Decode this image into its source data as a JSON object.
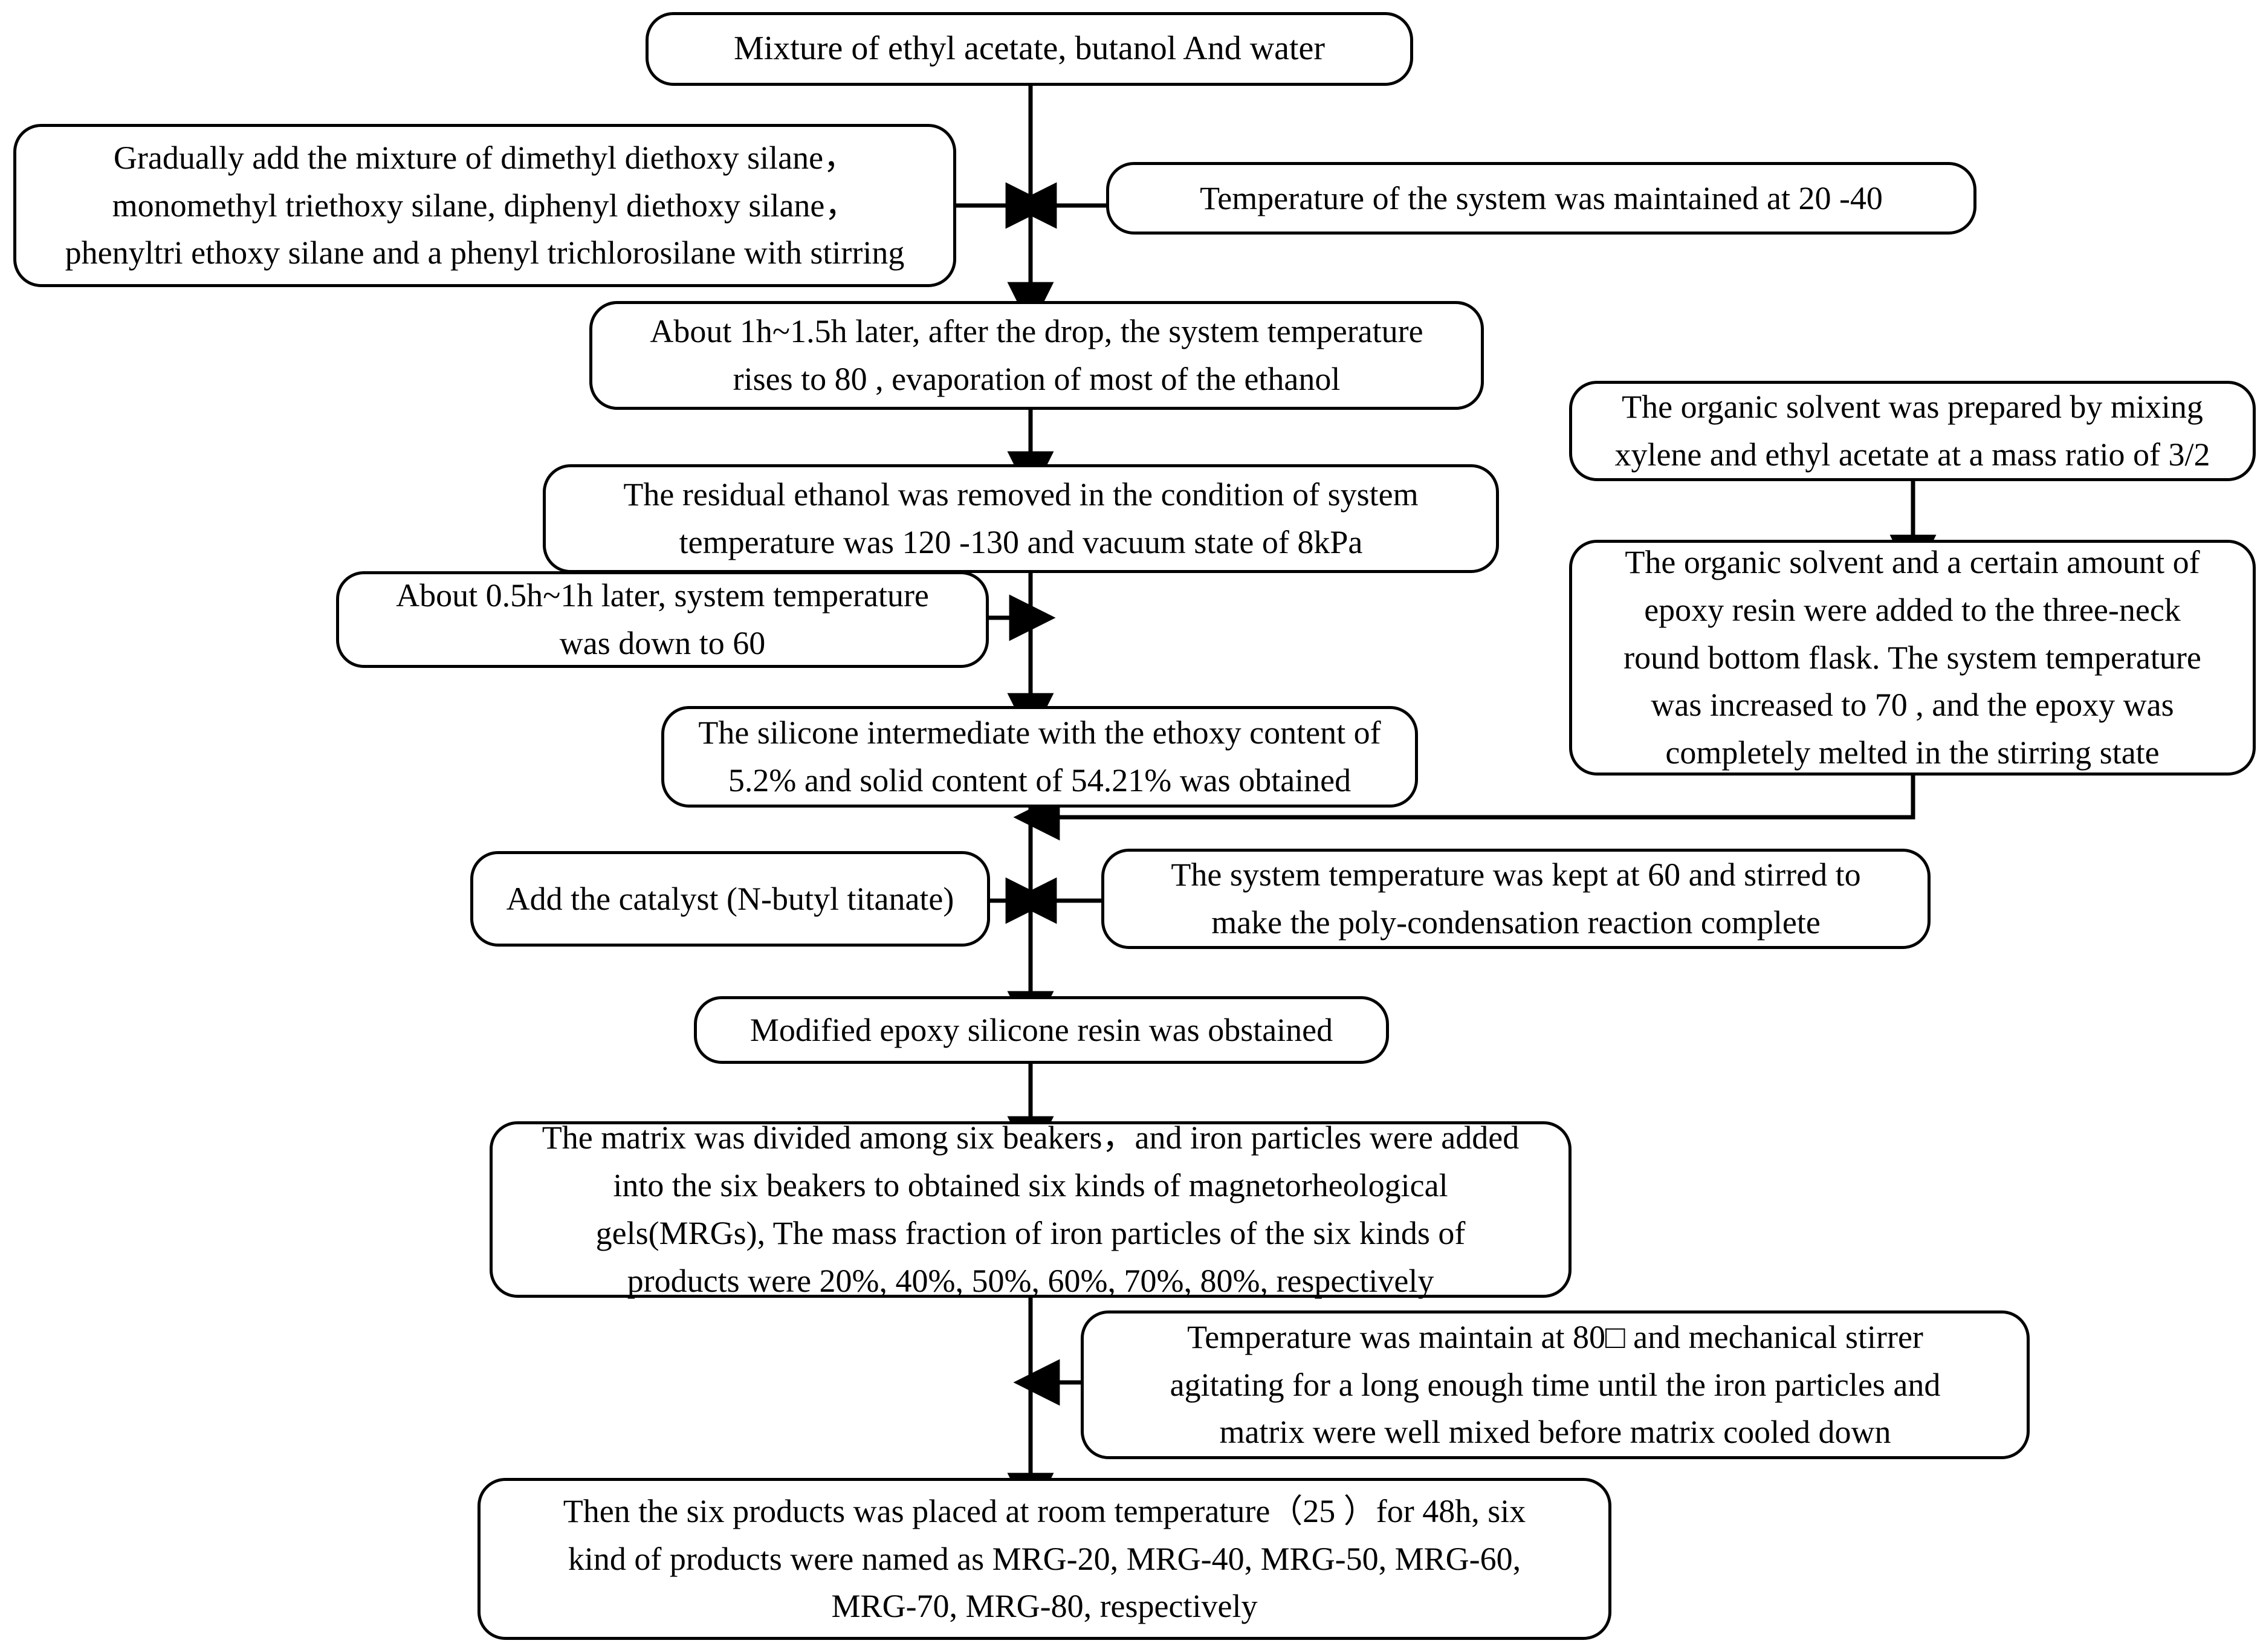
{
  "diagram": {
    "type": "process-flowchart",
    "title_text_present": false,
    "style": {
      "line_color": "#000000",
      "box_fill": "#ffffff",
      "box_stroke": "#000000",
      "text_color": "#000000"
    },
    "nodes": [
      {
        "id": "n1",
        "name": "mixture-node",
        "text": "Mixture of ethyl acetate, butanol And water"
      },
      {
        "id": "n2",
        "name": "gradually-add-silanes-node",
        "text": "Gradually add the mixture of  dimethyl diethoxy silane，\nmonomethyl triethoxy silane, diphenyl diethoxy silane，\nphenyltri ethoxy silane and a phenyl trichlorosilane  with stirring"
      },
      {
        "id": "n3",
        "name": "temperature-maintained-node",
        "text": "Temperature of the system was maintained at 20    -40"
      },
      {
        "id": "n4",
        "name": "temperature-rise-80-node",
        "text": "About 1h~1.5h later, after the drop, the system temperature\nrises to 80    , evaporation of most of the ethanol"
      },
      {
        "id": "n5",
        "name": "residual-ethanol-removed-node",
        "text": "The residual ethanol was removed in the condition of system\ntemperature was 120    -130      and vacuum state of 8kPa"
      },
      {
        "id": "n6",
        "name": "cooldown-60-node",
        "text": "About 0.5h~1h later, system temperature\nwas down to 60"
      },
      {
        "id": "n7",
        "name": "organic-solvent-prepared-node",
        "text": "The organic solvent was prepared by mixing\nxylene and ethyl acetate at a mass ratio of 3/2"
      },
      {
        "id": "n8",
        "name": "epoxy-resin-added-node",
        "text": "The organic solvent and a certain amount of\nepoxy resin were added to the three-neck\nround bottom flask. The system temperature\nwas increased to 70    , and the epoxy was\ncompletely melted in the stirring state"
      },
      {
        "id": "n9",
        "name": "silicone-intermediate-node",
        "text": "The silicone intermediate with the ethoxy content of\n5.2% and solid content of 54.21% was obtained"
      },
      {
        "id": "n10",
        "name": "add-catalyst-node",
        "text": "Add the catalyst (N-butyl titanate)"
      },
      {
        "id": "n11",
        "name": "polycondensation-node",
        "text": "The system temperature was kept at 60       and stirred to\nmake the poly-condensation reaction complete"
      },
      {
        "id": "n12",
        "name": "modified-resin-node",
        "text": "Modified epoxy silicone resin was obstained"
      },
      {
        "id": "n13",
        "name": "six-beakers-iron-particles-node",
        "text": "The matrix was divided among six beakers，and iron particles were added\ninto the six beakers to obtained six kinds of magnetorheological\ngels(MRGs), The mass fraction of iron particles of the six kinds of\nproducts were 20%, 40%, 50%, 60%, 70%, 80%, respectively"
      },
      {
        "id": "n14",
        "name": "stirrer-80-node",
        "text": "Temperature was maintain at 80□  and mechanical stirrer\nagitating for a long enough time until the iron particles and\nmatrix were well mixed before matrix cooled down"
      },
      {
        "id": "n15",
        "name": "final-products-node",
        "text": "Then the six products was placed at room temperature（25     ）for 48h, six\nkind of products were named as MRG-20, MRG-40, MRG-50, MRG-60,\nMRG-70, MRG-80, respectively"
      }
    ],
    "edges": [
      {
        "name": "edge-mixture-to-junction",
        "from": "n1",
        "to": "junction-1",
        "kind": "vertical"
      },
      {
        "name": "edge-silanes-to-junction",
        "from": "n2",
        "to": "junction-1",
        "kind": "horizontal-right"
      },
      {
        "name": "edge-temperature-to-junction",
        "from": "n3",
        "to": "junction-1",
        "kind": "horizontal-left"
      },
      {
        "name": "edge-junction-to-rise80",
        "from": "junction-1",
        "to": "n4",
        "kind": "vertical"
      },
      {
        "name": "edge-rise80-to-residual",
        "from": "n4",
        "to": "n5",
        "kind": "vertical"
      },
      {
        "name": "edge-cooldown-to-main",
        "from": "n6",
        "to": "main-line",
        "kind": "horizontal-right"
      },
      {
        "name": "edge-residual-to-intermediate",
        "from": "n5",
        "to": "n9",
        "kind": "vertical"
      },
      {
        "name": "edge-solvent-to-epoxy",
        "from": "n7",
        "to": "n8",
        "kind": "vertical"
      },
      {
        "name": "edge-epoxy-to-main",
        "from": "n8",
        "to": "main-line",
        "kind": "elbow-left"
      },
      {
        "name": "edge-catalyst-to-junction",
        "from": "n10",
        "to": "junction-2",
        "kind": "horizontal-right"
      },
      {
        "name": "edge-polycondensation-to-junction",
        "from": "n11",
        "to": "junction-2",
        "kind": "horizontal-left"
      },
      {
        "name": "edge-junction-to-modified",
        "from": "junction-2",
        "to": "n12",
        "kind": "vertical"
      },
      {
        "name": "edge-modified-to-beakers",
        "from": "n12",
        "to": "n13",
        "kind": "vertical"
      },
      {
        "name": "edge-stirrer-to-main",
        "from": "n14",
        "to": "main-line",
        "kind": "elbow-left"
      },
      {
        "name": "edge-beakers-to-final",
        "from": "n13",
        "to": "n15",
        "kind": "vertical"
      }
    ]
  }
}
